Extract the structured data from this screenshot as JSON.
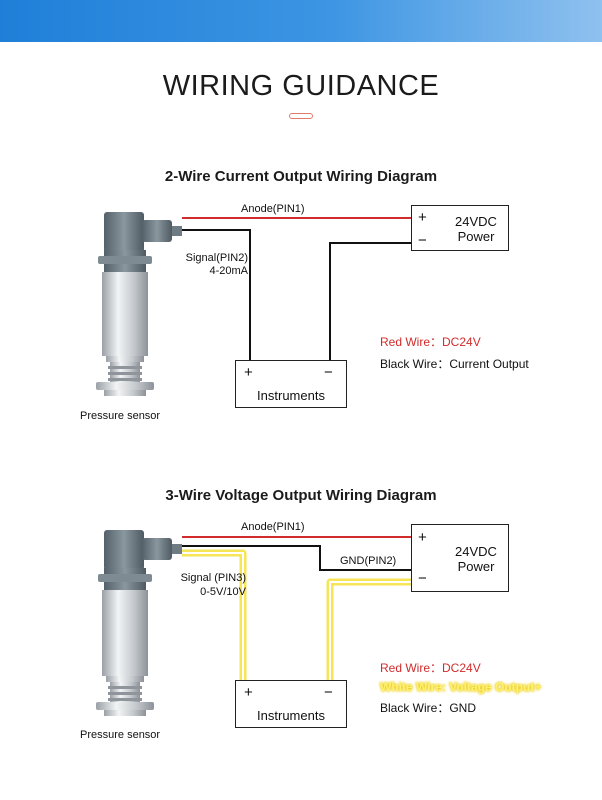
{
  "header": {
    "title": "WIRING GUIDANCE"
  },
  "diagram1": {
    "title": "2-Wire Current Output Wiring Diagram",
    "anode_label": "Anode(PIN1)",
    "signal_label": "Signal(PIN2)",
    "signal_range": "4-20mA",
    "power_plus": "+",
    "power_minus": "−",
    "power_line1": "24VDC",
    "power_line2": "Power",
    "inst_plus": "+",
    "inst_minus": "−",
    "inst_label": "Instruments",
    "sensor_caption": "Pressure sensor",
    "legend_red_key": "Red Wire：",
    "legend_red_val": "DC24V",
    "legend_black_key": "Black Wire：",
    "legend_black_val": "Current Output"
  },
  "diagram2": {
    "title": "3-Wire Voltage Output Wiring Diagram",
    "anode_label": "Anode(PIN1)",
    "gnd_label": "GND(PIN2)",
    "signal_label": "Signal (PIN3)",
    "signal_range": "0-5V/10V",
    "power_plus": "+",
    "power_minus": "−",
    "power_line1": "24VDC",
    "power_line2": "Power",
    "inst_plus": "+",
    "inst_minus": "−",
    "inst_label": "Instruments",
    "sensor_caption": "Pressure sensor",
    "legend_red_key": "Red Wire：",
    "legend_red_val": "DC24V",
    "legend_white": "White Wire: Voltage Output+",
    "legend_black_key": "Black Wire：",
    "legend_black_val": "GND"
  },
  "colors": {
    "header_band": "#1f7fd8",
    "red_wire": "#d22b2b",
    "black_wire": "#111111",
    "white_wire": "#fff36a",
    "sensor_body": "#c9cdd1",
    "connector": "#6e7b82"
  }
}
